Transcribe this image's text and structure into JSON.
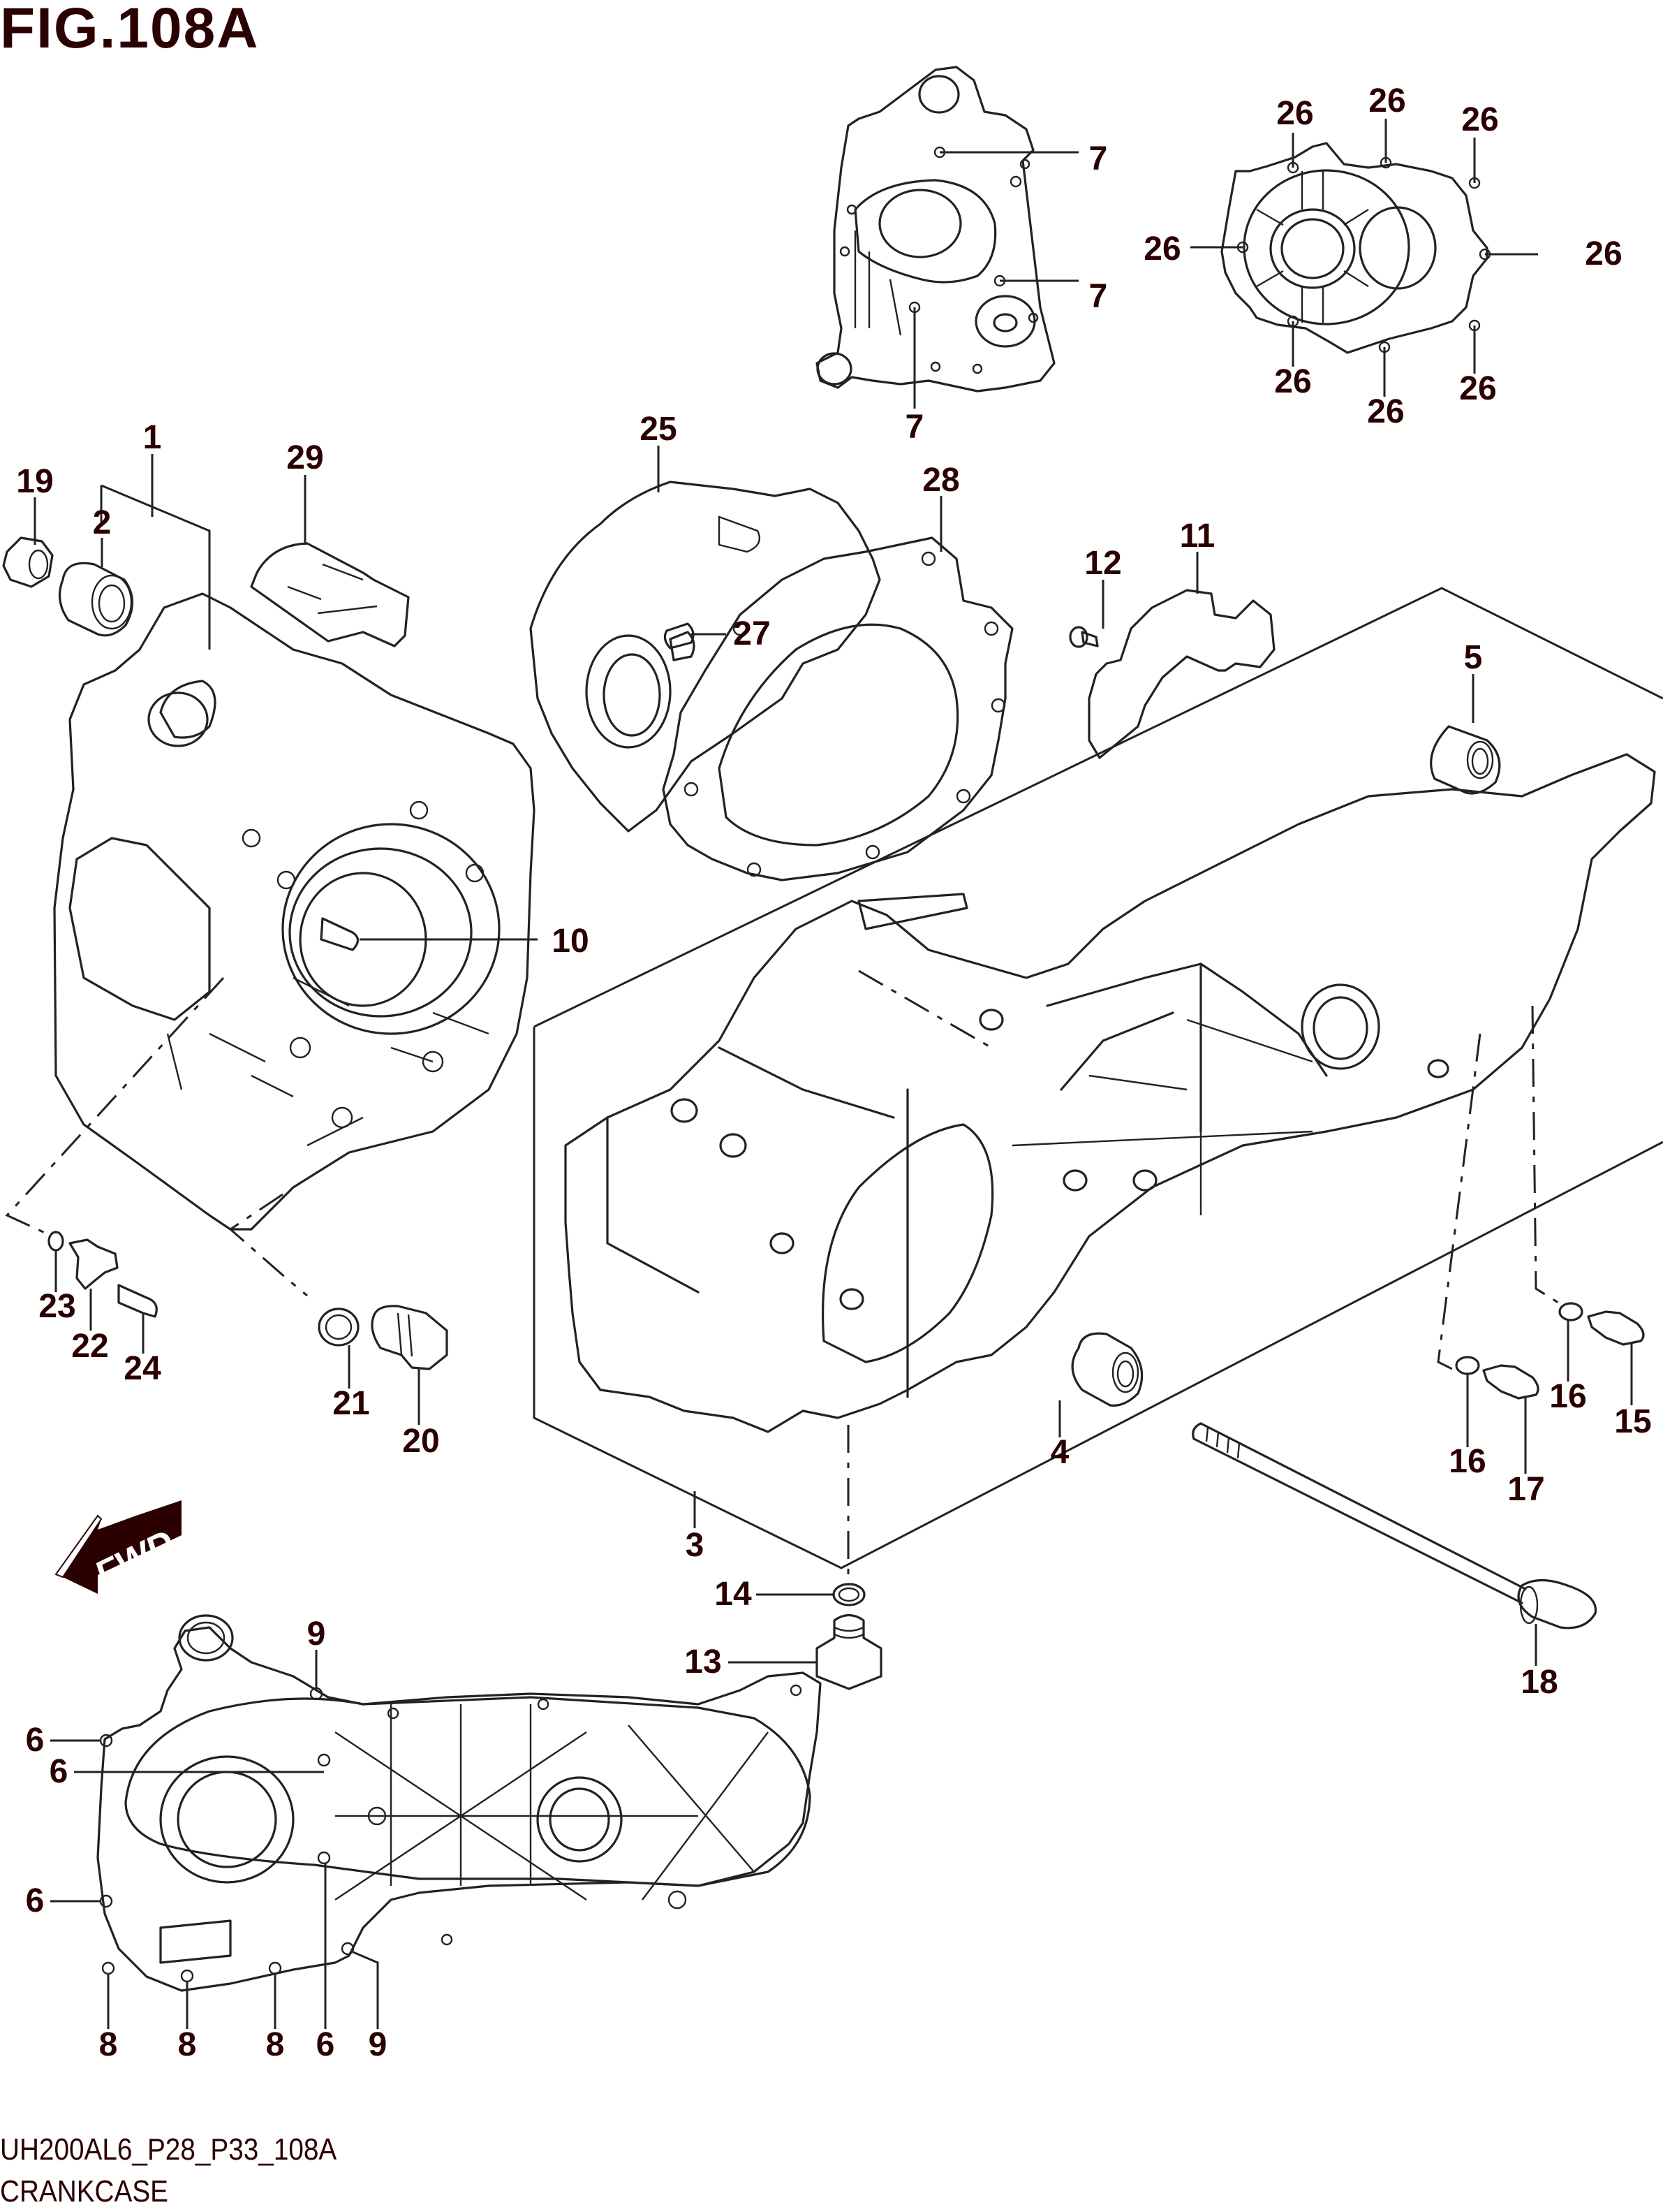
{
  "figure": {
    "title": "FIG.108A",
    "code": "UH200AL6_P28_P33_108A",
    "name": "CRANKCASE",
    "forward_indicator": "FWD"
  },
  "colors": {
    "label_text": "#2a0000",
    "line_art": "#222222",
    "background": "#ffffff"
  },
  "callouts": [
    {
      "id": "c7a",
      "label": "7",
      "part": "bolt"
    },
    {
      "id": "c7b",
      "label": "7",
      "part": "bolt"
    },
    {
      "id": "c7c",
      "label": "7",
      "part": "bolt"
    },
    {
      "id": "c26a",
      "label": "26",
      "part": "bolt"
    },
    {
      "id": "c26b",
      "label": "26",
      "part": "bolt"
    },
    {
      "id": "c26c",
      "label": "26",
      "part": "bolt"
    },
    {
      "id": "c26d",
      "label": "26",
      "part": "bolt"
    },
    {
      "id": "c26e",
      "label": "26",
      "part": "bolt"
    },
    {
      "id": "c26f",
      "label": "26",
      "part": "bolt"
    },
    {
      "id": "c26g",
      "label": "26",
      "part": "bolt"
    },
    {
      "id": "c26h",
      "label": "26",
      "part": "bolt"
    },
    {
      "id": "c1",
      "label": "1",
      "part": "crankcase-set"
    },
    {
      "id": "c19",
      "label": "19",
      "part": "nut"
    },
    {
      "id": "c2",
      "label": "2",
      "part": "bearing"
    },
    {
      "id": "c29",
      "label": "29",
      "part": "cover"
    },
    {
      "id": "c25",
      "label": "25",
      "part": "crankcase-cover"
    },
    {
      "id": "c28",
      "label": "28",
      "part": "gasket"
    },
    {
      "id": "c27",
      "label": "27",
      "part": "dowel-pin"
    },
    {
      "id": "c12",
      "label": "12",
      "part": "screw"
    },
    {
      "id": "c11",
      "label": "11",
      "part": "plate"
    },
    {
      "id": "c5",
      "label": "5",
      "part": "bearing"
    },
    {
      "id": "c10",
      "label": "10",
      "part": "dowel-pin"
    },
    {
      "id": "c23",
      "label": "23",
      "part": "o-ring"
    },
    {
      "id": "c22",
      "label": "22",
      "part": "sensor"
    },
    {
      "id": "c24",
      "label": "24",
      "part": "screw"
    },
    {
      "id": "c21",
      "label": "21",
      "part": "gasket"
    },
    {
      "id": "c20",
      "label": "20",
      "part": "plug"
    },
    {
      "id": "c3",
      "label": "3",
      "part": "crankcase-half"
    },
    {
      "id": "c4",
      "label": "4",
      "part": "bearing"
    },
    {
      "id": "c14",
      "label": "14",
      "part": "gasket"
    },
    {
      "id": "c13",
      "label": "13",
      "part": "plug"
    },
    {
      "id": "c16a",
      "label": "16",
      "part": "gasket"
    },
    {
      "id": "c15",
      "label": "15",
      "part": "plug"
    },
    {
      "id": "c16b",
      "label": "16",
      "part": "gasket"
    },
    {
      "id": "c17",
      "label": "17",
      "part": "plug"
    },
    {
      "id": "c18",
      "label": "18",
      "part": "stud-bolt"
    },
    {
      "id": "c9a",
      "label": "9",
      "part": "bolt"
    },
    {
      "id": "c6a",
      "label": "6",
      "part": "bolt"
    },
    {
      "id": "c6b",
      "label": "6",
      "part": "bolt"
    },
    {
      "id": "c6c",
      "label": "6",
      "part": "bolt"
    },
    {
      "id": "c8a",
      "label": "8",
      "part": "bolt"
    },
    {
      "id": "c8b",
      "label": "8",
      "part": "bolt"
    },
    {
      "id": "c8c",
      "label": "8",
      "part": "bolt"
    },
    {
      "id": "c6d",
      "label": "6",
      "part": "bolt"
    },
    {
      "id": "c9b",
      "label": "9",
      "part": "bolt"
    }
  ]
}
